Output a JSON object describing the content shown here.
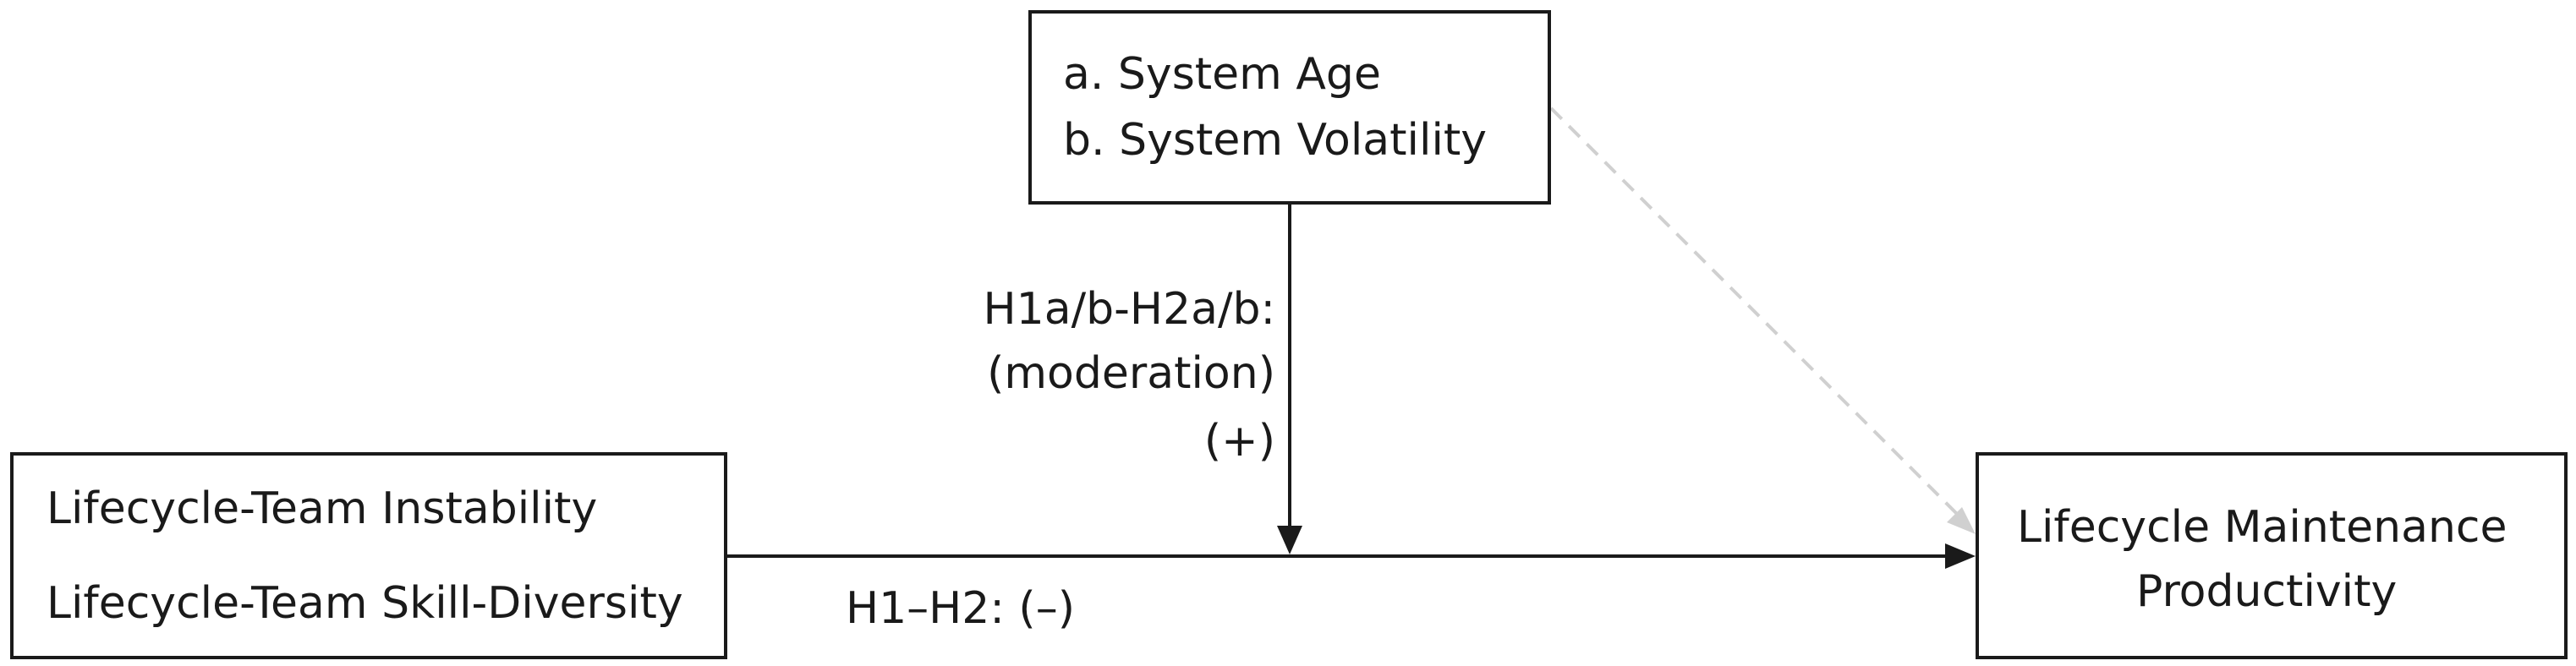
{
  "moderators": {
    "line_a": "a. System Age",
    "line_b": "b. System Volatility"
  },
  "independent": {
    "line_1": "Lifecycle-Team Instability",
    "line_2": "Lifecycle-Team Skill-Diversity"
  },
  "dependent": {
    "line_1": "Lifecycle Maintenance",
    "line_2": "Productivity"
  },
  "labels": {
    "moderation_line_1": "H1a/b-H2a/b:",
    "moderation_line_2": "(moderation)",
    "moderation_sign": "(+)",
    "main_effect": "H1–H2: (–)"
  },
  "colors": {
    "solid_arrow": "#1a1a1a",
    "dashed_arrow": "#d0d0d0"
  }
}
